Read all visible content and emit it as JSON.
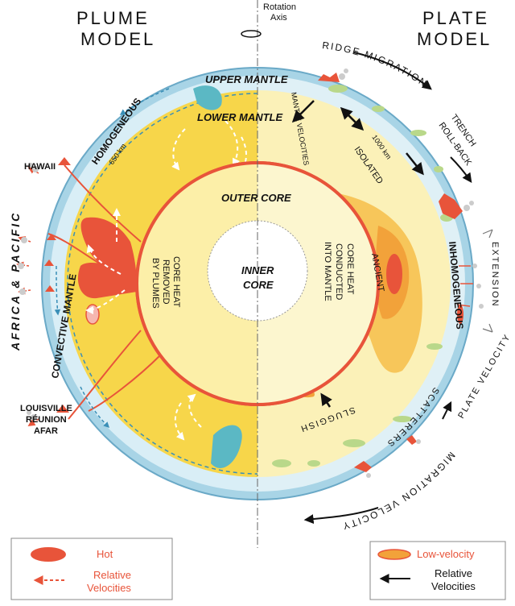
{
  "titles": {
    "plume_line1": "PLUME",
    "plume_line2": "MODEL",
    "plate_line1": "PLATE",
    "plate_line2": "MODEL"
  },
  "axis": {
    "line1": "Rotation",
    "line2": "Axis"
  },
  "layers": {
    "upper_mantle": "UPPER MANTLE",
    "lower_mantle": "LOWER MANTLE",
    "outer_core": "OUTER CORE",
    "inner_core_1": "INNER",
    "inner_core_2": "CORE"
  },
  "left_labels": {
    "homogeneous": "HOMOGENEOUS",
    "depth_650": "650 km",
    "convective_mantle": "CONVECTIVE MANTLE",
    "africa_pacific": "AFRICA & PACIFIC",
    "hawaii": "HAWAII",
    "louisville": "LOUISVILLE",
    "reunion": "RÉUNION",
    "afar": "AFAR",
    "core_heat_1": "CORE HEAT",
    "core_heat_2": "REMOVED",
    "core_heat_3": "BY PLUMES"
  },
  "right_labels": {
    "ridge_migration": "RIDGE MIGRATION",
    "trench_1": "TRENCH",
    "trench_2": "ROLL-BACK",
    "mantle_velocities": "MANTLE VELOCITIES",
    "isolated": "ISOLATED",
    "depth_1000": "1000 km",
    "extension": "EXTENSION",
    "inhomogeneous": "INHOMOGENEOUS",
    "ancient": "ANCIENT",
    "core_heat_1": "CORE HEAT",
    "core_heat_2": "CONDUCTED",
    "core_heat_3": "INTO MANTLE",
    "sluggish": "SLUGGISH",
    "scatterers": "SCATTERERS",
    "plate_velocity": "PLATE VELOCITY",
    "migration_velocity": "MIGRATION VELOCITY"
  },
  "legend_left": {
    "hot": "Hot",
    "relative_1": "Relative",
    "relative_2": "Velocities"
  },
  "legend_right": {
    "low_velocity": "Low-velocity",
    "relative_1": "Relative",
    "relative_2": "Velocities"
  },
  "colors": {
    "hot_red": "#e8543a",
    "low_velocity_orange": "#f2a23a",
    "mantle_yellow_left": "#f7d64a",
    "mantle_yellow_right": "#fbf1b8",
    "upper_mantle_blue": "#cfe9f2",
    "plume_red_legend_text": "#e8543a"
  }
}
